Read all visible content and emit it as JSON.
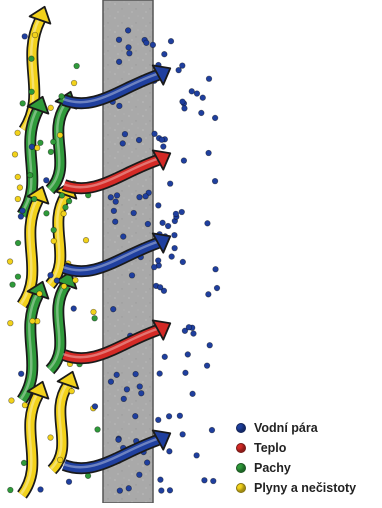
{
  "colors": {
    "vapor": "#1f3f9e",
    "heat": "#d42a26",
    "odor": "#2f9a3a",
    "gas": "#f2d21b",
    "wall": "#a9a9a9",
    "wall_border": "#555555"
  },
  "legend": [
    {
      "key": "vapor",
      "label": "Vodní pára"
    },
    {
      "key": "heat",
      "label": "Teplo"
    },
    {
      "key": "odor",
      "label": "Pachy"
    },
    {
      "key": "gas",
      "label": "Plyny a nečistoty"
    }
  ]
}
